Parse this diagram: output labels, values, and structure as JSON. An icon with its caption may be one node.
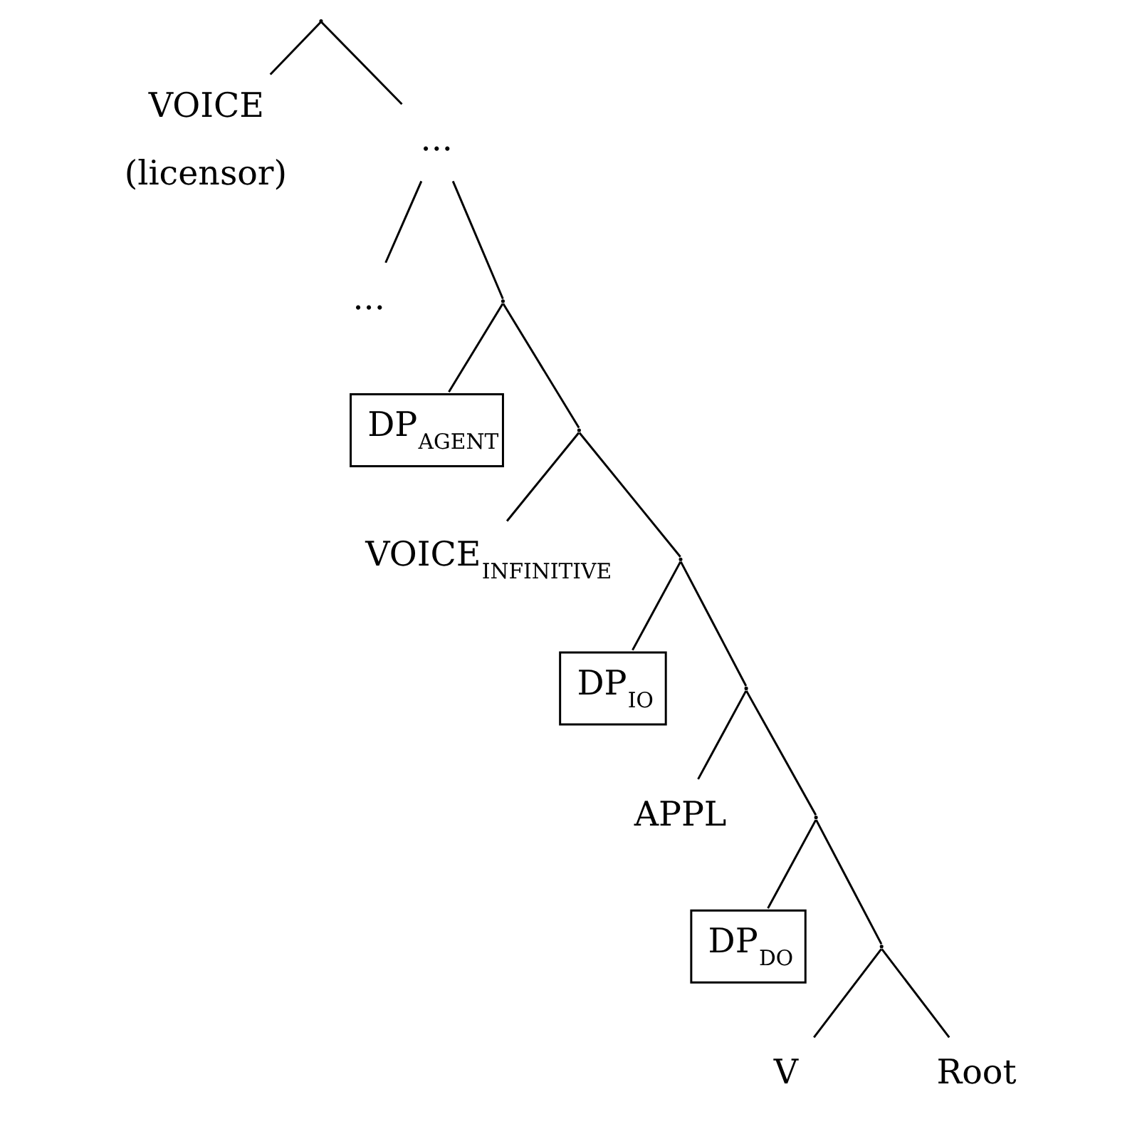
{
  "diagram": {
    "nodes": [
      {
        "text": [],
        "shape": "point"
      },
      {
        "text": [
          "VOICE"
        ],
        "beside": [
          "(licensor)"
        ]
      },
      {
        "text": [
          "..."
        ]
      },
      {
        "text": [
          "..."
        ]
      },
      {
        "text": [],
        "shape": "point"
      },
      {
        "text": [
          "DP$_{AGENT}$"
        ]
      },
      {
        "text": [],
        "shape": "point"
      },
      {
        "text": [
          "VOICE$_{INFINITIVE}$"
        ]
      },
      {
        "text": [],
        "shape": "point"
      },
      {
        "text": [
          "DP$_{IO}$"
        ]
      },
      {
        "text": [],
        "shape": "point"
      },
      {
        "text": [
          "APPL"
        ]
      },
      {
        "text": [],
        "shape": "point"
      },
      {
        "text": [
          "DP$_{DO}$"
        ]
      },
      {
        "text": [],
        "shape": "point"
      },
      {
        "text": [
          "V"
        ]
      },
      {
        "text": [
          "Root"
        ]
      }
    ],
    "edges": [
      {
        "from": 0,
        "to": 1,
        "arrow": "none"
      },
      {
        "from": 0,
        "to": 2,
        "arrow": "none"
      },
      {
        "from": 2,
        "to": 3,
        "arrow": "none"
      },
      {
        "from": 2,
        "to": 4,
        "arrow": "none"
      },
      {
        "from": 4,
        "to": 5,
        "arrow": "none"
      },
      {
        "from": 4,
        "to": 6,
        "arrow": "none"
      },
      {
        "from": 6,
        "to": 7,
        "arrow": "none"
      },
      {
        "from": 6,
        "to": 8,
        "arrow": "none"
      },
      {
        "from": 8,
        "to": 9,
        "arrow": "none"
      },
      {
        "from": 8,
        "to": 10,
        "arrow": "none"
      },
      {
        "from": 10,
        "to": 11,
        "arrow": "none"
      },
      {
        "from": 10,
        "to": 12,
        "arrow": "none"
      },
      {
        "from": 12,
        "to": 13,
        "arrow": "none"
      },
      {
        "from": 12,
        "to": 14,
        "arrow": "none"
      },
      {
        "from": 14,
        "to": 15,
        "arrow": "none"
      },
      {
        "from": 14,
        "to": 16,
        "arrow": "none"
      }
    ]
  }
}
